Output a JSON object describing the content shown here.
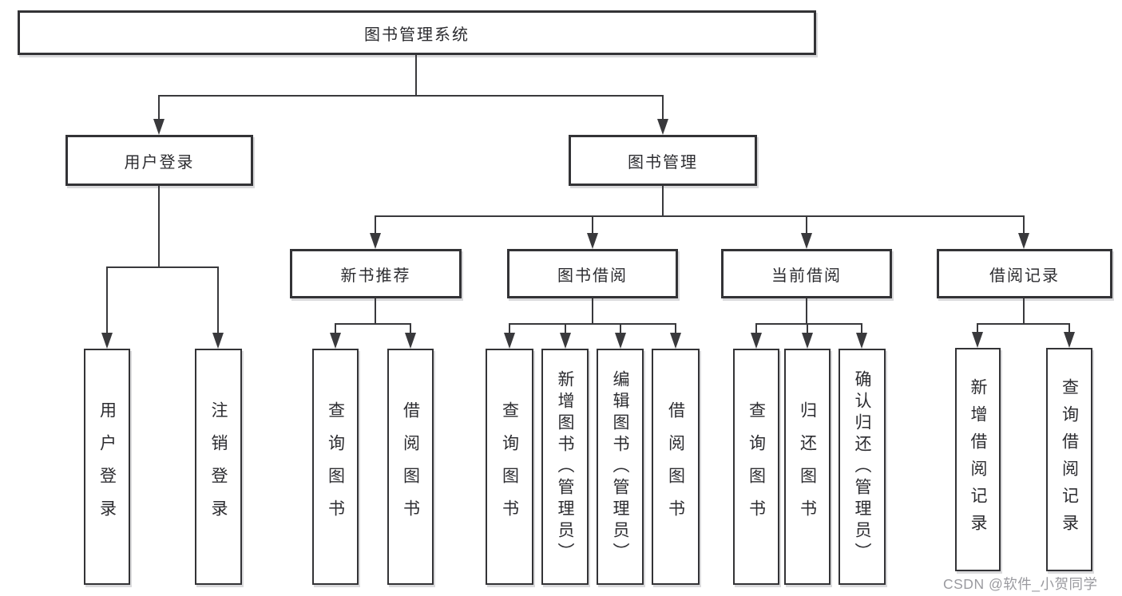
{
  "diagram": {
    "title_note": "library management system feature tree",
    "root": {
      "label": "图书管理系统"
    },
    "level1": [
      {
        "label": "用户登录"
      },
      {
        "label": "图书管理"
      }
    ],
    "level2": [
      {
        "label": "新书推荐",
        "parent": "图书管理"
      },
      {
        "label": "图书借阅",
        "parent": "图书管理"
      },
      {
        "label": "当前借阅",
        "parent": "图书管理"
      },
      {
        "label": "借阅记录",
        "parent": "图书管理"
      }
    ],
    "leaves": [
      {
        "label": "用户登录",
        "parent": "用户登录"
      },
      {
        "label": "注销登录",
        "parent": "用户登录"
      },
      {
        "label": "查询图书",
        "parent": "新书推荐"
      },
      {
        "label": "借阅图书",
        "parent": "新书推荐"
      },
      {
        "label": "查询图书",
        "parent": "图书借阅"
      },
      {
        "label": "新增图书（管理员）",
        "parent": "图书借阅"
      },
      {
        "label": "编辑图书（管理员）",
        "parent": "图书借阅"
      },
      {
        "label": "借阅图书",
        "parent": "图书借阅"
      },
      {
        "label": "查询图书",
        "parent": "当前借阅"
      },
      {
        "label": "归还图书",
        "parent": "当前借阅"
      },
      {
        "label": "确认归还（管理员）",
        "parent": "当前借阅"
      },
      {
        "label": "新增借阅记录",
        "parent": "借阅记录"
      },
      {
        "label": "查询借阅记录",
        "parent": "借阅记录"
      }
    ]
  },
  "watermark": {
    "text": "CSDN @软件_小贺同学"
  },
  "colors": {
    "line": "#39393c",
    "box_border": "#333336",
    "box_fill": "#ffffff",
    "text": "#2c2c30",
    "watermark": "#9a9a9f"
  }
}
